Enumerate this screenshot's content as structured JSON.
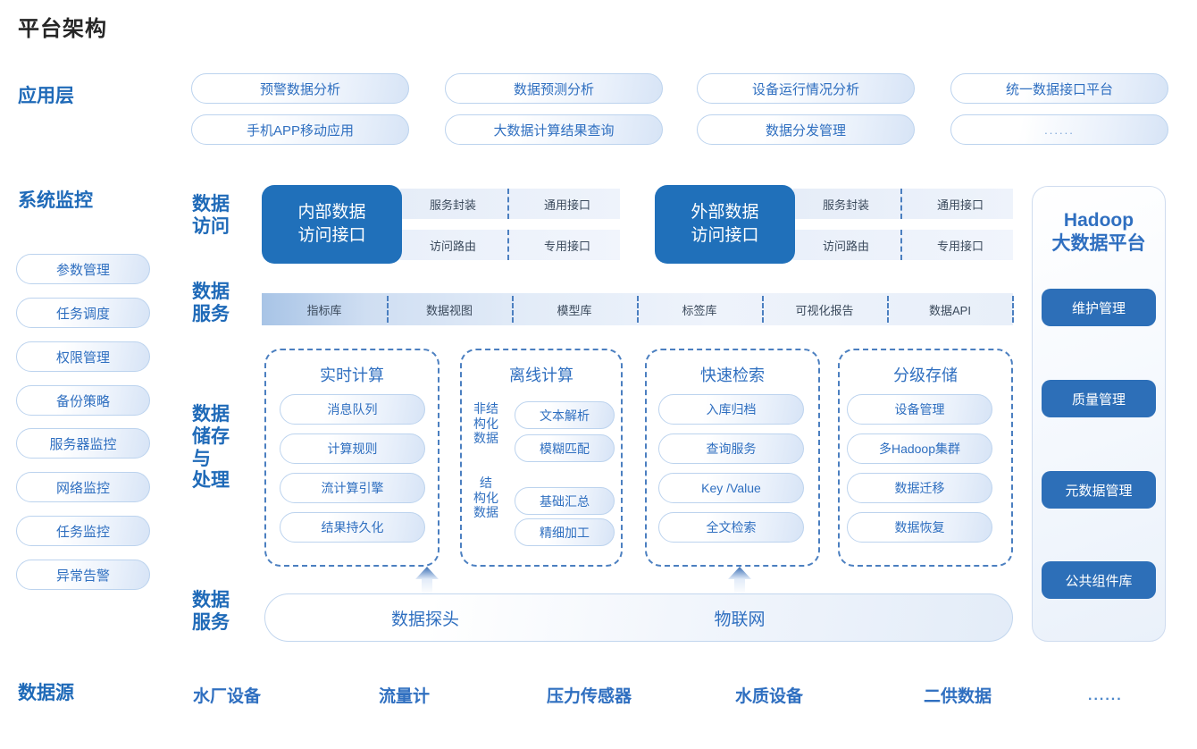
{
  "page": {
    "title": "平台架构"
  },
  "colors": {
    "brand_blue": "#2070ba",
    "text_blue": "#2f6fc0",
    "label_blue": "#1f6ab8",
    "title_dark": "#262626",
    "dash_border": "#4b7fc0"
  },
  "layers": {
    "application": {
      "label": "应用层"
    },
    "system_monitor": {
      "label": "系统监控"
    },
    "data_access": {
      "label": "数据\n访问",
      "line1": "数据",
      "line2": "访问"
    },
    "data_service_top": {
      "line1": "数据",
      "line2": "服务"
    },
    "data_storage": {
      "line1": "数据",
      "line2": "储存",
      "line3": "与",
      "line4": "处理"
    },
    "data_service_bottom": {
      "line1": "数据",
      "line2": "服务"
    },
    "data_source": {
      "label": "数据源"
    }
  },
  "application_layer": {
    "columns": [
      {
        "top": "预警数据分析",
        "bottom": "手机APP移动应用"
      },
      {
        "top": "数据预测分析",
        "bottom": "大数据计算结果查询"
      },
      {
        "top": "设备运行情况分析",
        "bottom": "数据分发管理"
      },
      {
        "top": "统一数据接口平台",
        "bottom": "......"
      }
    ]
  },
  "system_monitor_items": [
    "参数管理",
    "任务调度",
    "权限管理",
    "备份策略",
    "服务器监控",
    "网络监控",
    "任务监控",
    "异常告警"
  ],
  "data_access": {
    "internal": {
      "box_line1": "内部数据",
      "box_line2": "访问接口",
      "cells": [
        "服务封装",
        "通用接口",
        "访问路由",
        "专用接口"
      ]
    },
    "external": {
      "box_line1": "外部数据",
      "box_line2": "访问接口",
      "cells": [
        "服务封装",
        "通用接口",
        "访问路由",
        "专用接口"
      ]
    }
  },
  "data_service_bar": {
    "segments": [
      "指标库",
      "数据视图",
      "模型库",
      "标签库",
      "可视化报告",
      "数据API"
    ]
  },
  "storage_groups": [
    {
      "title": "实时计算",
      "side_labels": [],
      "items": [
        "消息队列",
        "计算规则",
        "流计算引擎",
        "结果持久化"
      ]
    },
    {
      "title": "离线计算",
      "side_labels": [
        "非结\n构化\n数据",
        "结\n构化\n数据"
      ],
      "side_label_1": "非结构化数据",
      "side_label_2": "结构化数据",
      "items": [
        "文本解析",
        "模糊匹配",
        "基础汇总",
        "精细加工"
      ]
    },
    {
      "title": "快速检索",
      "side_labels": [],
      "items": [
        "入库归档",
        "查询服务",
        "Key /Value",
        "全文检索"
      ]
    },
    {
      "title": "分级存储",
      "side_labels": [],
      "items": [
        "设备管理",
        "多Hadoop集群",
        "数据迁移",
        "数据恢复"
      ]
    }
  ],
  "iot_bar": {
    "items": [
      "数据探头",
      "物联网"
    ]
  },
  "hadoop_panel": {
    "title_line1": "Hadoop",
    "title_line2": "大数据平台",
    "buttons": [
      "维护管理",
      "质量管理",
      "元数据管理",
      "公共组件库"
    ]
  },
  "data_sources": [
    "水厂设备",
    "流量计",
    "压力传感器",
    "水质设备",
    "二供数据",
    "......"
  ]
}
